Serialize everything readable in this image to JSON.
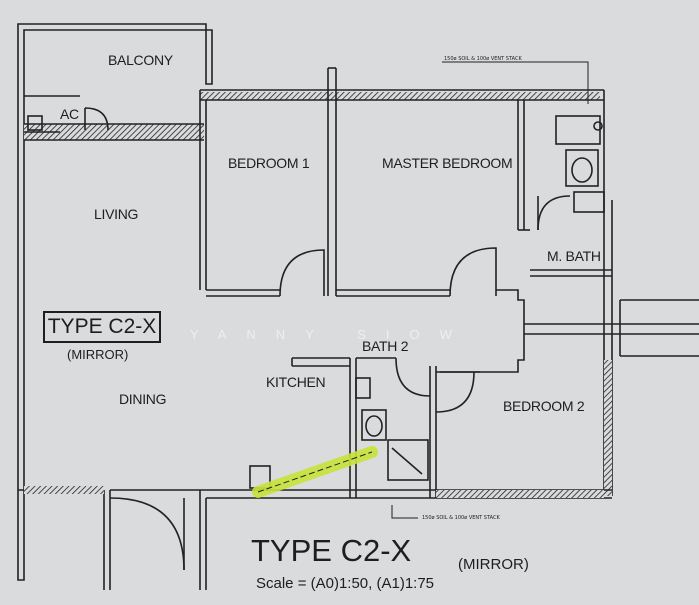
{
  "rooms": {
    "balcony": "BALCONY",
    "ac": "AC",
    "living": "LIVING",
    "dining": "DINING",
    "bedroom1": "BEDROOM 1",
    "master_bedroom": "MASTER BEDROOM",
    "m_bath": "M. BATH",
    "bath2": "BATH 2",
    "kitchen": "KITCHEN",
    "bedroom2": "BEDROOM 2"
  },
  "type_box": {
    "type": "TYPE C2-X",
    "mirror": "(MIRROR)"
  },
  "watermark": "YANNY SIOW",
  "annotations": {
    "stack_top": "150ø SOIL & 100ø VENT STACK",
    "stack_bottom": "150ø SOIL & 100ø VENT STACK"
  },
  "title": {
    "main": "TYPE C2-X",
    "sub": "(MIRROR)"
  },
  "scale": "Scale = (A0)1:50, (A1)1:75",
  "colors": {
    "highlight": "#c9e33a",
    "line": "#222222",
    "paper": "#d9dbdc"
  }
}
